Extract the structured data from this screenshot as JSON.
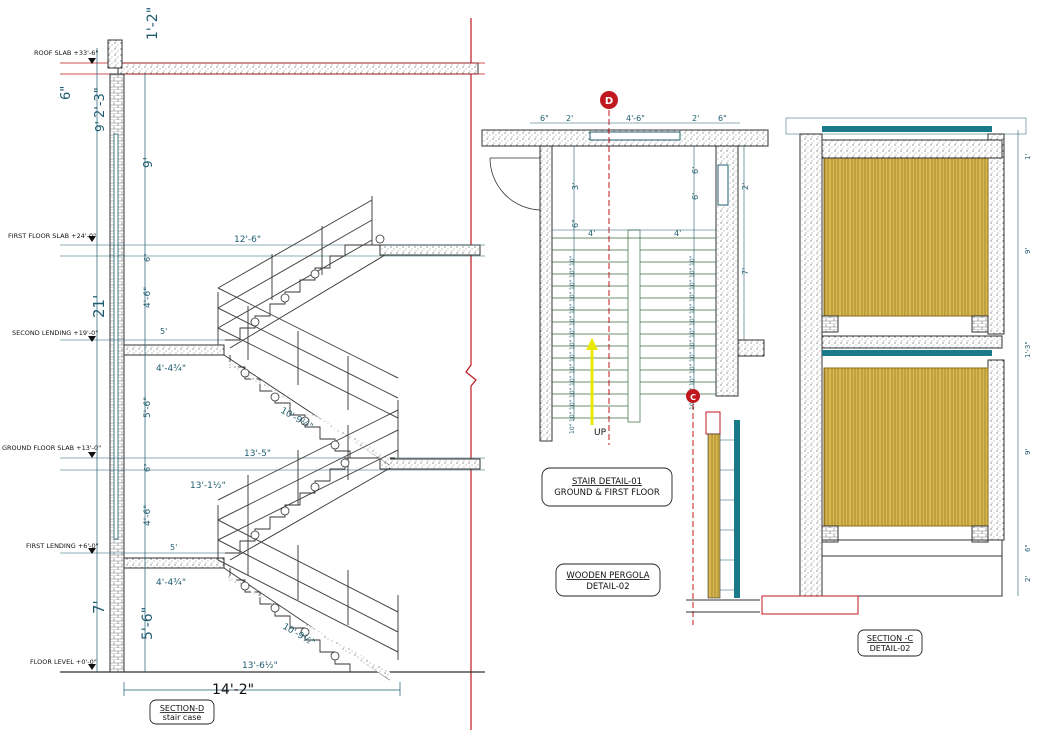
{
  "colors": {
    "dim": "#1f5c70",
    "red": "#c0181e",
    "wood": "#d8b850",
    "wall": "#333333",
    "rail": "#1a7a8a"
  },
  "section_d": {
    "title": "SECTION-D",
    "subtitle": "stair case",
    "overall_width": "14'-2\"",
    "levels": {
      "roof": "ROOF SLAB +33'-6\"",
      "first_floor": "FIRST FLOOR SLAB +24'-0\"",
      "second_landing": "SECOND LENDING +19'-0\"",
      "ground_floor": "GROUND FLOOR SLAB +13'-0\"",
      "first_landing": "FIRST LENDING +6'-0\"",
      "floor": "FLOOR LEVEL +0'-0\""
    },
    "dims": {
      "parapet": "1'-2\"",
      "slab_6": "6\"",
      "d_2_3": "2'-3\"",
      "d_9a": "9'",
      "d_9b": "9'",
      "d_21": "21'",
      "d_6_upper": "6\"",
      "d_4_6_upper": "4'-6\"",
      "d_5_6": "5'-6\"",
      "d_6_lower": "6\"",
      "d_4_6_lower": "4'-6\"",
      "d_7": "7'",
      "d_5_6_b": "5'-6\"",
      "w_12_6": "12'-6\"",
      "w_4_4_upper": "4'-4¾\"",
      "w_5_upper": "5'",
      "w_10_9_upper": "10'-9½\"",
      "w_13_5": "13'-5\"",
      "w_13_1": "13'-1½\"",
      "w_5_lower": "5'",
      "w_4_4_lower": "4'-4¾\"",
      "w_10_9_lower": "10'-9½\"",
      "w_13_6": "13'-6½\""
    }
  },
  "stair_detail": {
    "title": "STAIR DETAIL-01",
    "subtitle": "GROUND & FIRST FLOOR",
    "up_label": "UP",
    "marker": "D",
    "tread_label": "10\"",
    "top_dims": [
      "6\"",
      "2'",
      "4'-6\"",
      "2'",
      "6\""
    ],
    "dims": {
      "a_3": "3'",
      "a_6": "6'",
      "a_4a": "4'",
      "a_4b": "4'",
      "a_2": "2'",
      "a_7": "7'",
      "a_6v": "6'",
      "a_6b": "6\""
    }
  },
  "pergola": {
    "title": "WOODEN PERGOLA",
    "subtitle": "DETAIL-02",
    "marker": "C"
  },
  "section_c": {
    "title": "SECTION -C",
    "subtitle": "DETAIL-02",
    "dims": [
      "1'",
      "9'",
      "1'-3\"",
      "9'",
      "6\"",
      "2'"
    ]
  }
}
